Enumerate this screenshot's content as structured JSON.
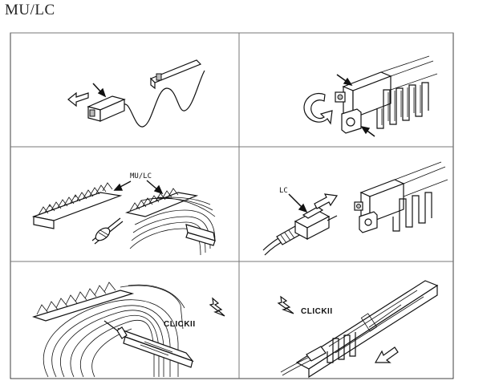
{
  "title": "MU/LC",
  "labels": {
    "panel3_connector": "MU/LC",
    "panel4_connector": "LC",
    "panel5_sound": "CLICKII",
    "panel6_sound": "CLICKII"
  },
  "panels": [
    {
      "id": 1,
      "desc_icon": "insert-cleaner-icon"
    },
    {
      "id": 2,
      "desc_icon": "rotate-cleaner-icon"
    },
    {
      "id": 3,
      "desc_icon": "mu-lc-array-icon"
    },
    {
      "id": 4,
      "desc_icon": "lc-connector-icon"
    },
    {
      "id": 5,
      "desc_icon": "panel-array-click-icon"
    },
    {
      "id": 6,
      "desc_icon": "single-connector-click-icon"
    }
  ]
}
